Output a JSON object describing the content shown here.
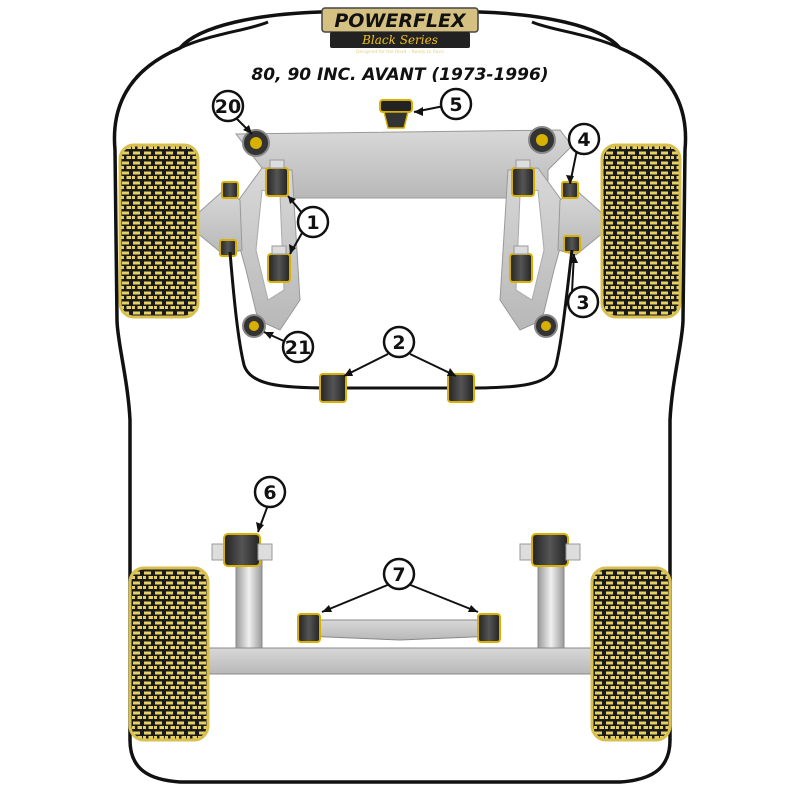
{
  "brand": {
    "name": "POWERFLEX",
    "series": "Black Series",
    "tagline": "Designed for the Road – Ready to Race"
  },
  "title": "80, 90 INC. AVANT (1973-1996)",
  "callouts": [
    {
      "id": "c20",
      "label": "20"
    },
    {
      "id": "c5",
      "label": "5"
    },
    {
      "id": "c4",
      "label": "4"
    },
    {
      "id": "c1",
      "label": "1"
    },
    {
      "id": "c3",
      "label": "3"
    },
    {
      "id": "c21",
      "label": "21"
    },
    {
      "id": "c2",
      "label": "2"
    },
    {
      "id": "c6",
      "label": "6"
    },
    {
      "id": "c7",
      "label": "7"
    }
  ],
  "colors": {
    "outline": "#111111",
    "part_grey": "#c8c8c8",
    "bush_yellow": "#f0d000",
    "tyre_yellow": "#e6d060",
    "tyre_dark": "#1a1a1a"
  }
}
